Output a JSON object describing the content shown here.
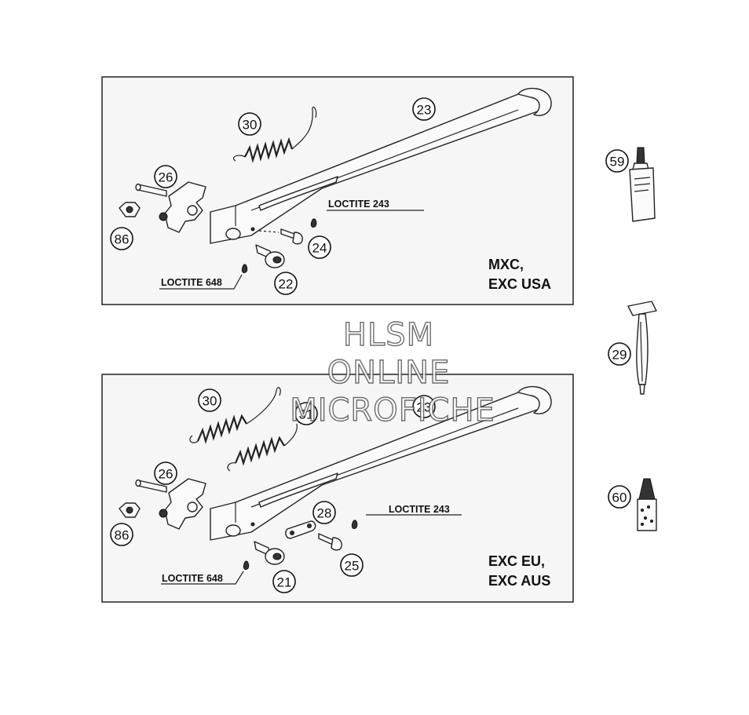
{
  "upper": {
    "callouts": [
      "30",
      "23",
      "26",
      "86",
      "24",
      "22"
    ],
    "loctite_243": "LOCTITE 243",
    "loctite_648": "LOCTITE 648",
    "variant_line1": "MXC,",
    "variant_line2": "EXC USA"
  },
  "lower": {
    "callouts": [
      "30",
      "31",
      "23",
      "26",
      "86",
      "28",
      "25",
      "21"
    ],
    "loctite_243": "LOCTITE 243",
    "loctite_648": "LOCTITE 648",
    "variant_line1": "EXC EU,",
    "variant_line2": "EXC AUS"
  },
  "side": {
    "callouts": [
      "59",
      "29",
      "60"
    ]
  },
  "watermark": {
    "line1": "HLSM",
    "line2": "ONLINE",
    "line3": "MICROFICHE"
  }
}
